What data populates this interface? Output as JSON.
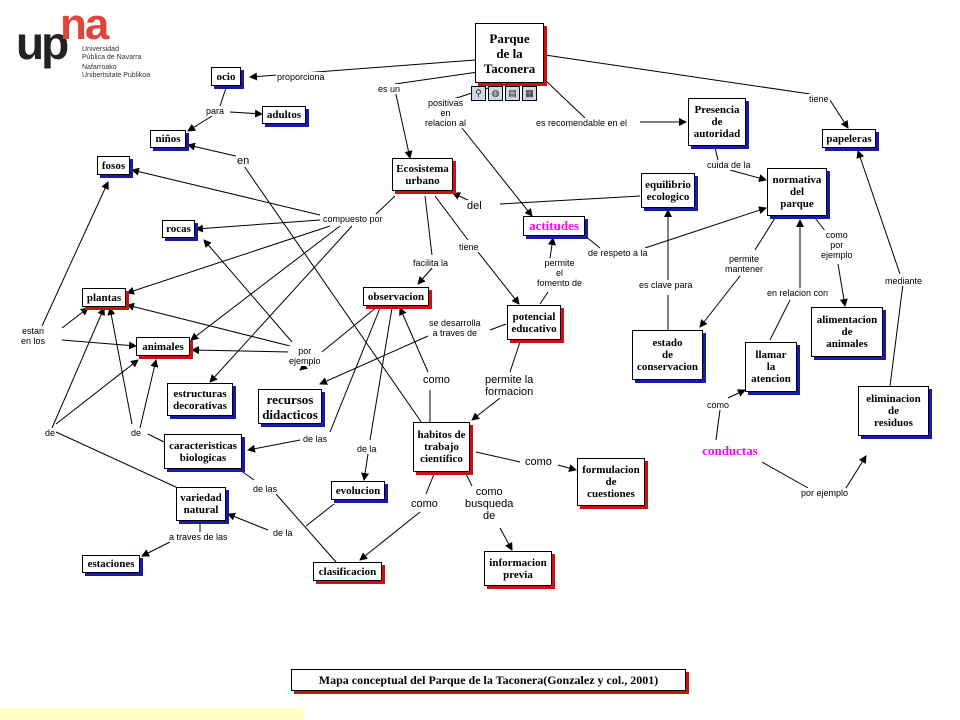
{
  "logo": {
    "brand_left": "up",
    "brand_right": "na",
    "lines": [
      "Universidad",
      "Pública de Navarra",
      "Nafarroako",
      "Unibertsitate Publikoa"
    ]
  },
  "icons": [
    {
      "name": "web-link-icon",
      "glyph": "⚲"
    },
    {
      "name": "globe-icon",
      "glyph": "◍"
    },
    {
      "name": "document-icon",
      "glyph": "▤"
    },
    {
      "name": "image-icon",
      "glyph": "▦"
    }
  ],
  "caption": "Mapa conceptual del Parque de la Taconera(Gonzalez y col., 2001)",
  "colors": {
    "blue_shadow": "#1a1aa8",
    "red_shadow": "#cc1111",
    "pink_text": "#ff00ff"
  },
  "nodes": {
    "parque": "Parque\nde la\nTaconera",
    "ocio": "ocio",
    "adultos": "adultos",
    "ninos": "niños",
    "fosos": "fosos",
    "rocas": "rocas",
    "plantas": "plantas",
    "animales": "animales",
    "estructuras": "estructuras\ndecorativas",
    "recursos": "recursos\ndidacticos",
    "caracteristicas": "caracteristicas\nbiologicas",
    "variedad": "variedad\nnatural",
    "estaciones": "estaciones",
    "ecosistema": "Ecosistema\nurbano",
    "observacion": "observacion",
    "actitudes": "actitudes",
    "potencial": "potencial\neducativo",
    "habitos": "habitos de\ntrabajo\ncientifico",
    "evolucion": "evolucion",
    "clasificacion": "clasificacion",
    "informacion": "informacion\nprevia",
    "formulacion": "formulacion\nde\ncuestiones",
    "equilibrio": "equilibrio\necologico",
    "presencia": "Presencia\nde\nautoridad",
    "normativa": "normativa\ndel\nparque",
    "papeleras": "papeleras",
    "estado": "estado\nde\nconservacion",
    "alimentacion": "alimentacion\nde\nanimales",
    "llamar": "llamar\nla\natencion",
    "conductas": "conductas",
    "eliminacion": "eliminacion\nde\nresiduos"
  },
  "links": {
    "proporciona": "proporciona",
    "para": "para",
    "en": "en",
    "es_un": "es un",
    "positivas": "positivas\nen\nrelacion al",
    "es_recomendable": "es recomendable en el",
    "tiene_top": "tiene",
    "cuida_de_la": "cuida de la",
    "del": "del",
    "compuesto_por": "compuesto por",
    "tiene_mid": "tiene",
    "de_respeto": "de respeto a la",
    "permite_fomento": "permite\nel\nfomento de",
    "facilita_la": "facilita la",
    "es_clave": "es clave para",
    "permite_mantener": "permite\nmantener",
    "como_por_ejemplo": "como\npor\nejemplo",
    "mediante": "mediante",
    "en_relacion": "en relacion con",
    "estan_en_los": "estan\nen los",
    "se_desarrolla": "se desarrolla\na traves de",
    "por_ejemplo_left": "por\nejemplo",
    "como_obs": "como",
    "permite_formacion": "permite la\nformacion",
    "de_left1": "de",
    "de_left2": "de",
    "de_las_mid": "de las",
    "de_la": "de la",
    "como_right": "como",
    "de_las_low": "de las",
    "como_busqueda": "como\nbusqueda\nde",
    "como_low": "como",
    "a_traves_de_las": "a traves de las",
    "de_la_low": "de la",
    "como_conductas": "como",
    "por_ejemplo_right": "por ejemplo"
  }
}
